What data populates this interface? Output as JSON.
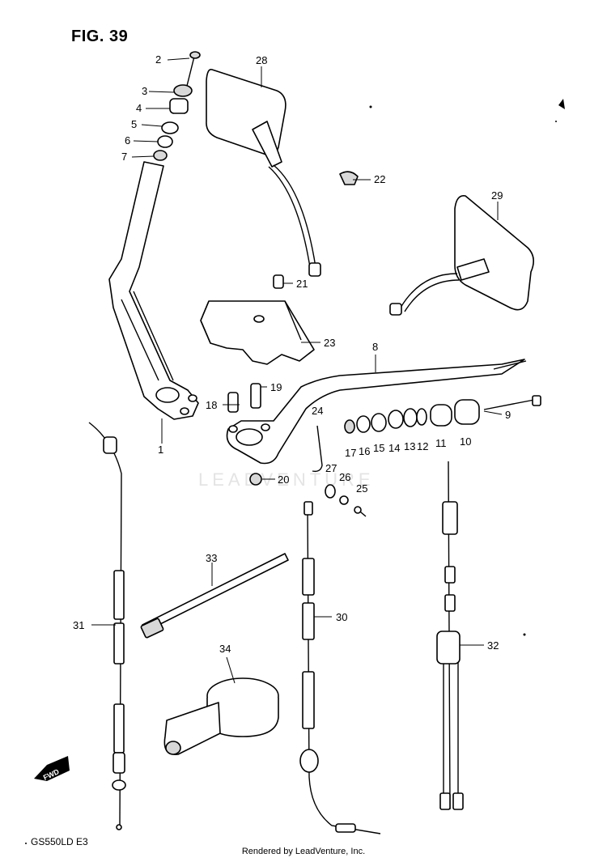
{
  "header": {
    "figure_label": "FIG. 39"
  },
  "footer": {
    "model_code": "GS550LD E3",
    "credit": "Rendered by LeadVenture, Inc."
  },
  "watermark": {
    "text": "LEADVENTURE"
  },
  "direction_marker": {
    "text": "FWD"
  },
  "callouts": {
    "p1": "1",
    "p2": "2",
    "p3": "3",
    "p4": "4",
    "p5": "5",
    "p6": "6",
    "p7": "7",
    "p8": "8",
    "p9": "9",
    "p10": "10",
    "p11": "11",
    "p12": "12",
    "p13": "13",
    "p14": "14",
    "p15": "15",
    "p16": "16",
    "p17": "17",
    "p18": "18",
    "p19": "19",
    "p20": "20",
    "p21": "21",
    "p22": "22",
    "p23": "23",
    "p24": "24",
    "p25": "25",
    "p26": "26",
    "p27": "27",
    "p28": "28",
    "p29": "29",
    "p30": "30",
    "p31": "31",
    "p32": "32",
    "p33": "33",
    "p34": "34"
  }
}
